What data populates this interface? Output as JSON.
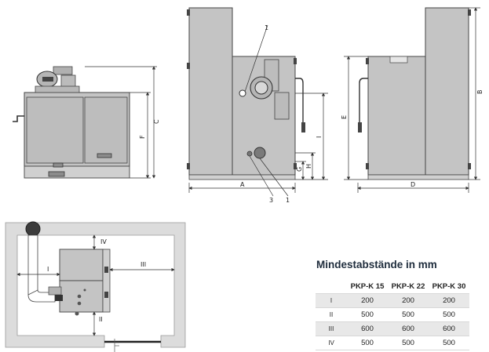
{
  "front_view": {
    "labels": [
      "C",
      "F"
    ]
  },
  "side_view": {
    "labels": [
      "1",
      "I",
      "G",
      "H",
      "A",
      "3",
      "1"
    ]
  },
  "back_view": {
    "labels": [
      "E",
      "B",
      "D"
    ]
  },
  "room_plan": {
    "labels": [
      "IV",
      "III",
      "I",
      "II"
    ]
  },
  "table": {
    "title": "Mindestabstände in mm",
    "columns": [
      "",
      "PKP-K 15",
      "PKP-K 22",
      "PKP-K 30"
    ],
    "rows": [
      {
        "label": "I",
        "values": [
          "200",
          "200",
          "200"
        ]
      },
      {
        "label": "II",
        "values": [
          "500",
          "500",
          "500"
        ]
      },
      {
        "label": "III",
        "values": [
          "600",
          "600",
          "600"
        ]
      },
      {
        "label": "IV",
        "values": [
          "500",
          "500",
          "500"
        ]
      }
    ]
  }
}
